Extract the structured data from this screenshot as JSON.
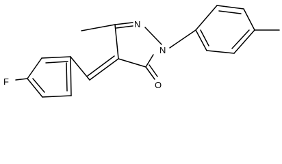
{
  "molecule": {
    "atoms": {
      "fluorine": "F",
      "nitrogen_ring": "N",
      "nitrogen_aryl": "N",
      "oxygen": "O"
    }
  }
}
